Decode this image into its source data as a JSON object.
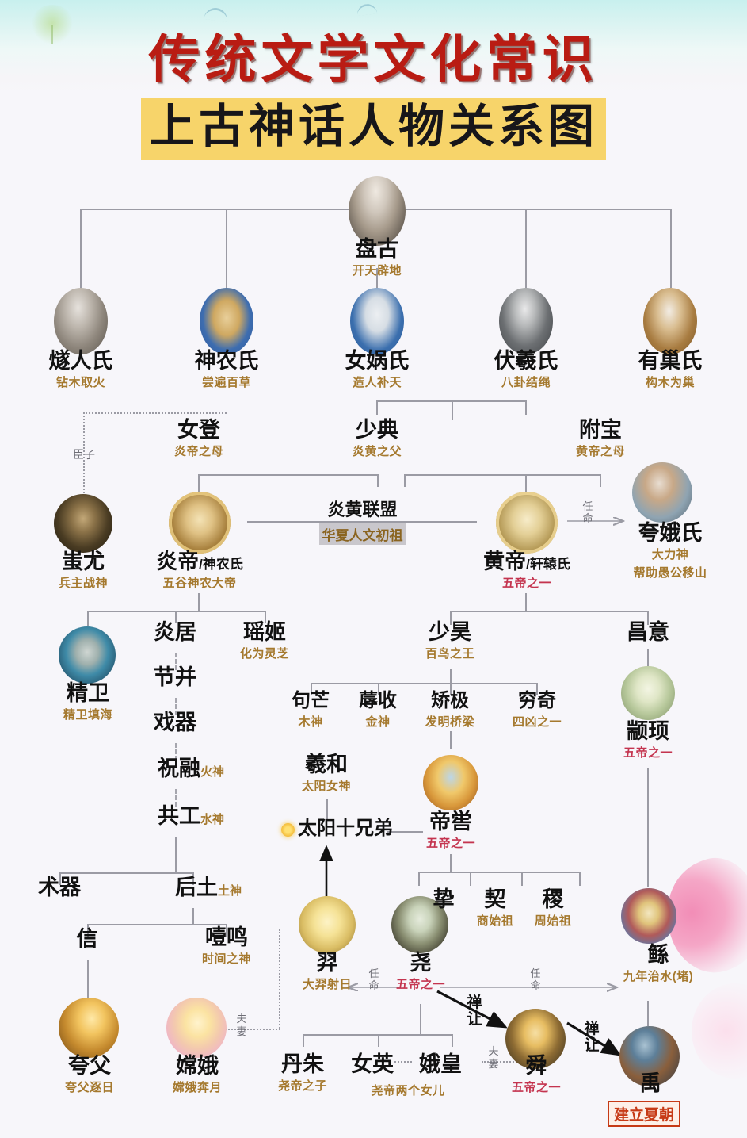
{
  "title": {
    "line1": "传统文学文化常识",
    "line2": "上古神话人物关系图"
  },
  "nodes": {
    "pangu": {
      "name": "盘古",
      "sub": "开天辟地"
    },
    "suiren": {
      "name": "燧人氏",
      "sub": "钻木取火"
    },
    "shennong": {
      "name": "神农氏",
      "sub": "尝遍百草"
    },
    "nuwa": {
      "name": "女娲氏",
      "sub": "造人补天"
    },
    "fuxi": {
      "name": "伏羲氏",
      "sub": "八卦结绳"
    },
    "youchao": {
      "name": "有巢氏",
      "sub": "构木为巢"
    },
    "nudeng": {
      "name": "女登",
      "sub": "炎帝之母"
    },
    "shaodian": {
      "name": "少典",
      "sub": "炎黄之父"
    },
    "fubao": {
      "name": "附宝",
      "sub": "黄帝之母"
    },
    "chiyou": {
      "name": "蚩尤",
      "sub": "兵主战神"
    },
    "yandi": {
      "name": "炎帝",
      "alias": "/神农氏",
      "sub": "五谷神农大帝"
    },
    "huangdi": {
      "name": "黄帝",
      "alias": "/轩辕氏",
      "sub": "五帝之一"
    },
    "kuae": {
      "name": "夸娥氏",
      "sub": "大力神",
      "sub2": "帮助愚公移山"
    },
    "jingwei": {
      "name": "精卫",
      "sub": "精卫填海"
    },
    "yanju": {
      "name": "炎居"
    },
    "jiebing": {
      "name": "节并"
    },
    "xiqi": {
      "name": "戏器"
    },
    "zhurong": {
      "name": "祝融",
      "tag": "火神"
    },
    "gonggong": {
      "name": "共工",
      "tag": "水神"
    },
    "yaoji": {
      "name": "瑶姬",
      "sub": "化为灵芝"
    },
    "shuqi": {
      "name": "术器"
    },
    "houtu": {
      "name": "后土",
      "tag": "土神"
    },
    "xin": {
      "name": "信"
    },
    "yeming": {
      "name": "噎鸣",
      "sub": "时间之神"
    },
    "kuafu": {
      "name": "夸父",
      "sub": "夸父逐日"
    },
    "change": {
      "name": "嫦娥",
      "sub": "嫦娥奔月"
    },
    "shaohao": {
      "name": "少昊",
      "sub": "百鸟之王"
    },
    "goumang": {
      "name": "句芒",
      "sub": "木神"
    },
    "rushou": {
      "name": "蓐收",
      "sub": "金神"
    },
    "jiaoji": {
      "name": "矫极",
      "sub": "发明桥梁"
    },
    "qiongqi": {
      "name": "穷奇",
      "sub": "四凶之一"
    },
    "xihe": {
      "name": "羲和",
      "sub": "太阳女神"
    },
    "tenSuns": {
      "name": "太阳十兄弟"
    },
    "diku": {
      "name": "帝喾",
      "sub": "五帝之一"
    },
    "changyi": {
      "name": "昌意"
    },
    "zhuanxu": {
      "name": "颛顼",
      "sub": "五帝之一"
    },
    "yi": {
      "name": "羿",
      "sub": "大羿射日"
    },
    "yao": {
      "name": "尧",
      "sub": "五帝之一"
    },
    "zhi": {
      "name": "挚"
    },
    "xie": {
      "name": "契",
      "sub": "商始祖"
    },
    "ji": {
      "name": "稷",
      "sub": "周始祖"
    },
    "gun": {
      "name": "鲧",
      "sub": "九年治水(堵)"
    },
    "danzhu": {
      "name": "丹朱",
      "sub": "尧帝之子"
    },
    "nuying": {
      "name": "女英"
    },
    "ehuang": {
      "name": "娥皇"
    },
    "twoDaughters": {
      "sub": "尧帝两个女儿"
    },
    "shun": {
      "name": "舜",
      "sub": "五帝之一"
    },
    "yu": {
      "name": "禹",
      "badge": "建立夏朝"
    }
  },
  "edge_labels": {
    "chenzi": "臣子",
    "alliance_top": "炎黄联盟",
    "alliance_bottom": "华夏人文初祖",
    "appoint_kuae": "任\n命",
    "appoint_yi": "任\n命",
    "appoint_gun": "任\n命",
    "abdicate_shun": "禅\n让",
    "abdicate_yu": "禅\n让",
    "couple_change": "夫\n妻",
    "couple_shun": "夫\n妻"
  },
  "colors": {
    "title_red": "#b91c13",
    "highlight_yellow": "#f7d46a",
    "sub_gold": "#a5792e",
    "sub_red": "#c4344f",
    "badge_red": "#c63a16",
    "line_gray": "#9b9ba4"
  }
}
